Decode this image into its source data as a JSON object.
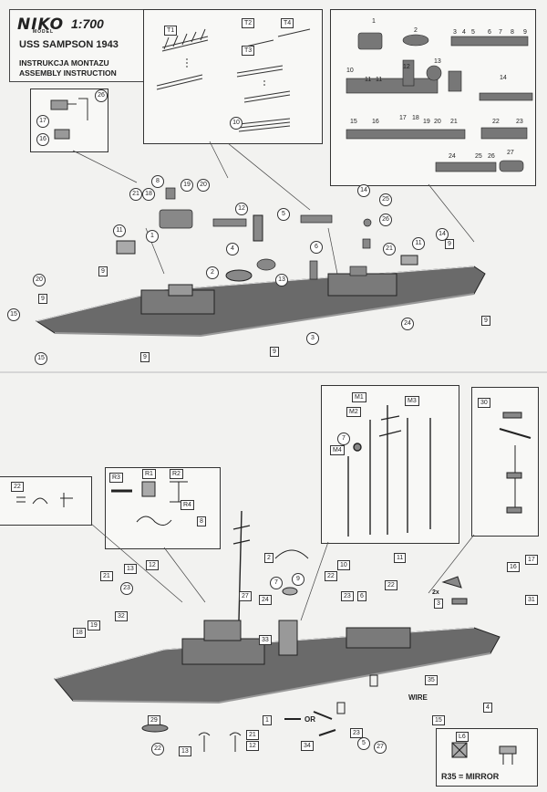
{
  "title_block": {
    "brand": "NIKO",
    "brand_sub": "MODEL",
    "scale": "1:700",
    "ship_name": "USS SAMPSON 1943",
    "instruction_pl": "INSTRUKCJA MONTAZU",
    "instruction_en": "ASSEMBLY INSTRUCTION"
  },
  "photoetch_panel": {
    "labels": [
      "T1",
      "T2",
      "T3",
      "T4",
      "10"
    ]
  },
  "parts_panel": {
    "numbers": [
      "1",
      "2",
      "3",
      "4",
      "5",
      "6",
      "7",
      "8",
      "9",
      "10",
      "11",
      "11",
      "12",
      "13",
      "14",
      "15",
      "16",
      "17",
      "18",
      "19",
      "20",
      "21",
      "22",
      "23",
      "24",
      "25",
      "26",
      "27"
    ]
  },
  "stage1": {
    "callouts": [
      "26",
      "17",
      "16",
      "8",
      "18",
      "21",
      "19",
      "20",
      "1",
      "12",
      "14",
      "25",
      "26",
      "5",
      "11",
      "9",
      "20",
      "9",
      "15",
      "21",
      "2",
      "13",
      "11",
      "14",
      "6",
      "4",
      "3",
      "24",
      "9",
      "9",
      "9",
      "15",
      "9"
    ]
  },
  "stage2": {
    "mast_labels": [
      "M1",
      "M2",
      "M3",
      "M4",
      "7"
    ],
    "part30_label": "30",
    "rack_labels": [
      "R3",
      "R1",
      "R2",
      "R4",
      "8"
    ],
    "callouts": [
      "22",
      "21",
      "13",
      "12",
      "23",
      "32",
      "18",
      "19",
      "2",
      "9",
      "7",
      "22",
      "24",
      "27",
      "10",
      "11",
      "16",
      "17",
      "22",
      "23",
      "6",
      "3",
      "31",
      "33",
      "29",
      "22",
      "13",
      "12",
      "34",
      "23",
      "5",
      "27",
      "15",
      "21",
      "4",
      "1",
      "35"
    ],
    "x2_label": "2x",
    "or_label": "OR",
    "wire_label": "WIRE",
    "l6_label": "L6",
    "mirror_note": "R35 = MIRROR"
  }
}
